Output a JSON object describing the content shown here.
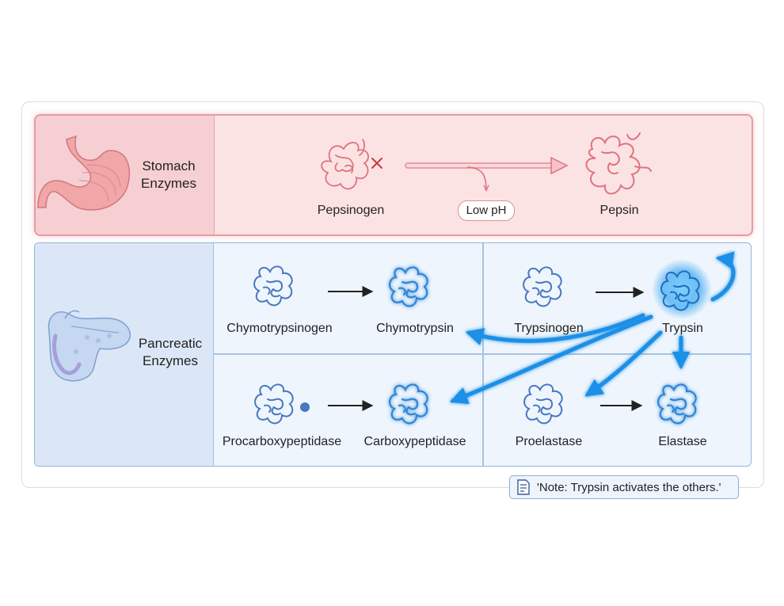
{
  "stomach": {
    "label_line1": "Stomach",
    "label_line2": "Enzymes",
    "zymogen": "Pepsinogen",
    "condition": "Low pH",
    "active": "Pepsin"
  },
  "pancreas": {
    "label_line1": "Pancreatic",
    "label_line2": "Enzymes",
    "pairs": [
      {
        "zymogen": "Chymotrypsinogen",
        "active": "Chymotrypsin"
      },
      {
        "zymogen": "Trypsinogen",
        "active": "Trypsin"
      },
      {
        "zymogen": "Procarboxypeptidase",
        "active": "Carboxypeptidase"
      },
      {
        "zymogen": "Proelastase",
        "active": "Elastase"
      }
    ]
  },
  "note": {
    "text": "'Note: Trypsin activates the others.'",
    "icon": "note-icon"
  },
  "colors": {
    "stomach_accent": "#e2707a",
    "pancreas_accent": "#2f8fe0",
    "protein_stroke": "#4a78c0"
  }
}
